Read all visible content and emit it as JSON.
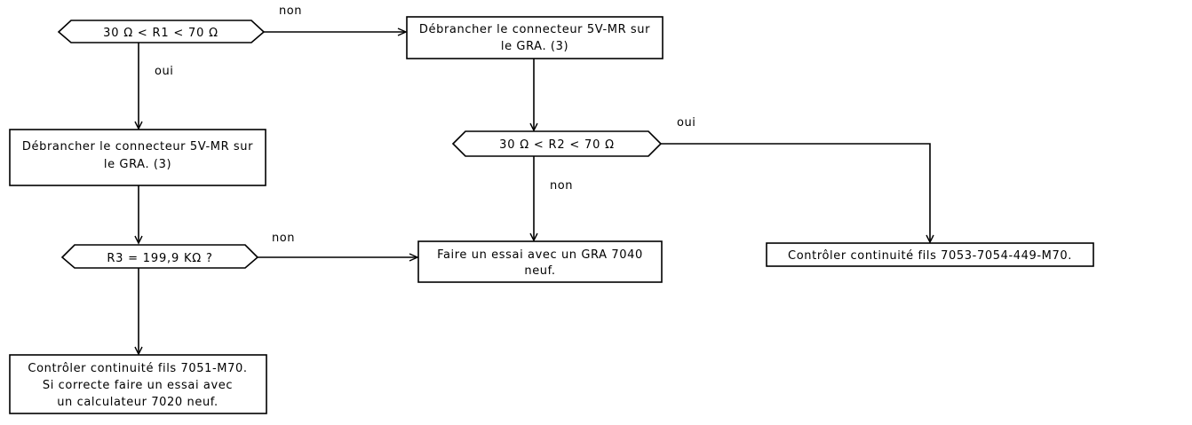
{
  "decisions": {
    "r1": "30 Ω < R1 < 70 Ω",
    "r2": "30 Ω < R2 < 70 Ω",
    "r3": "R3 = 199,9 KΩ ?"
  },
  "actions": {
    "disconnect_top": [
      "Débrancher le connecteur 5V-MR sur",
      "le GRA. (3)"
    ],
    "disconnect_left": [
      "Débrancher le connecteur 5V-MR sur",
      "le GRA. (3)"
    ],
    "test_gra": [
      "Faire un essai avec un GRA 7040",
      "neuf."
    ],
    "check_7053": [
      "Contrôler continuité fils 7053-7054-449-M70."
    ],
    "check_7051": [
      "Contrôler continuité fils 7051-M70.",
      "Si correcte faire un essai avec",
      "un calculateur 7020 neuf."
    ]
  },
  "edge_labels": {
    "r1_no": "non",
    "r1_yes": "oui",
    "r2_yes": "oui",
    "r2_no": "non",
    "r3_no": "non"
  }
}
